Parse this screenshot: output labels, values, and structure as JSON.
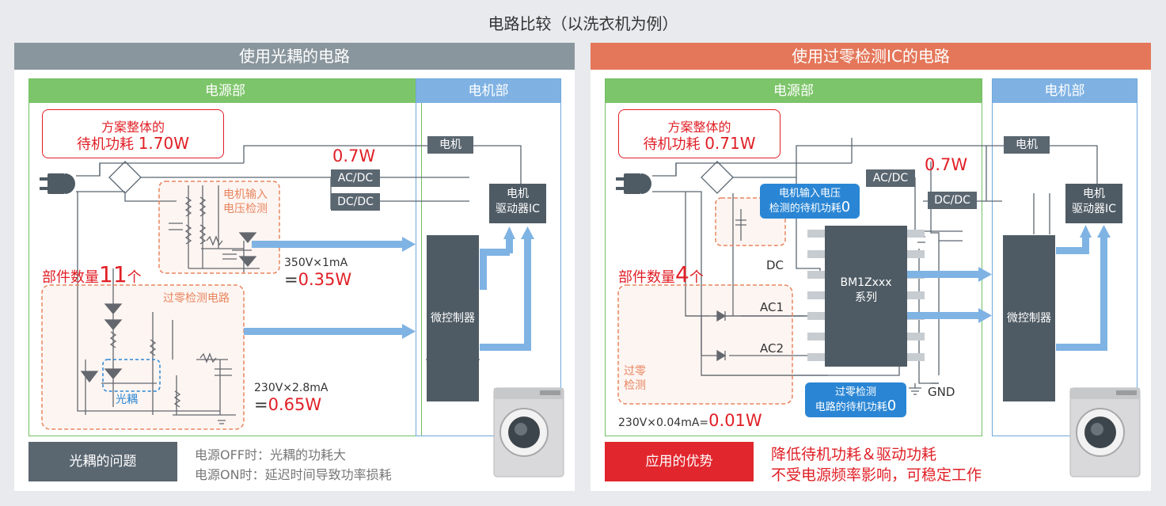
{
  "main_title": "电路比较（以洗衣机为例）",
  "left": {
    "header": "使用光耦的电路",
    "power_section": "电源部",
    "motor_section": "电机部",
    "standby_line1": "方案整体的",
    "standby_line2_label": "待机功耗",
    "standby_value": "1.70W",
    "value_07": "0.7W",
    "motor": "电机",
    "acdc": "AC/DC",
    "dcdc": "DC/DC",
    "motor_driver_line1": "电机",
    "motor_driver_line2": "驱动器IC",
    "voltage_detect_line1": "电机输入",
    "voltage_detect_line2": "电压检测",
    "parts_label": "部件数量",
    "parts_count": "11",
    "parts_unit": "个",
    "zero_cross_label": "过零检测电路",
    "optocoupler": "光耦",
    "mcu": "微控制器",
    "calc1": "350V×1mA",
    "calc1_result": "0.35W",
    "calc2": "230V×2.8mA",
    "calc2_result": "0.65W",
    "problem_label": "光耦的问题",
    "problem_line1": "电源OFF时：光耦的功耗大",
    "problem_line2": "电源ON时：延迟时间导致功率损耗"
  },
  "right": {
    "header": "使用过零检测IC的电路",
    "power_section": "电源部",
    "motor_section": "电机部",
    "standby_line1": "方案整体的",
    "standby_line2_label": "待机功耗",
    "standby_value": "0.71W",
    "value_07": "0.7W",
    "motor": "电机",
    "acdc": "AC/DC",
    "dcdc": "DC/DC",
    "motor_driver_line1": "电机",
    "motor_driver_line2": "驱动器IC",
    "bubble1_line1": "电机输入电压",
    "bubble1_line2": "检测的待机功耗",
    "bubble1_zero": "0",
    "parts_label": "部件数量",
    "parts_count": "4",
    "parts_unit": "个",
    "pin_dc": "DC",
    "pin_ac1": "AC1",
    "pin_ac2": "AC2",
    "ic_name": "BM1Zxxx",
    "ic_series": "系列",
    "mcu": "微控制器",
    "zero_detect_line1": "过零",
    "zero_detect_line2": "检测",
    "gnd": "GND",
    "bubble2_line1": "过零检测",
    "bubble2_line2": "电路的待机功耗",
    "bubble2_zero": "0",
    "calc": "230V×0.04mA=",
    "calc_result": "0.01W",
    "advantage_label": "应用的优势",
    "advantage_line1": "降低待机功耗＆驱动功耗",
    "advantage_line2": "不受电源频率影响，可稳定工作"
  },
  "colors": {
    "left_header": "#8a969d",
    "right_header": "#e4775a",
    "green_section": "#7dc56a",
    "blue_section": "#7fb2e3",
    "accent_red": "#e01f26",
    "dark_block": "#4f5b64",
    "arrow_blue": "#7fb3e3",
    "dashed_orange": "#e8855f",
    "bubble_blue": "#2a86d4"
  }
}
